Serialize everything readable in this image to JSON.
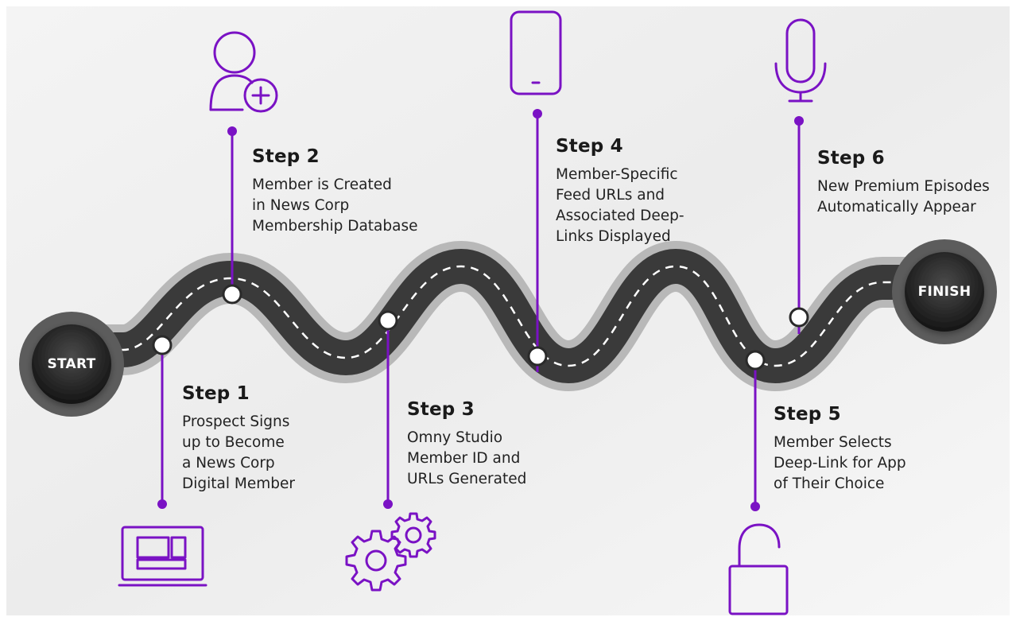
{
  "start_label": "START",
  "finish_label": "FINISH",
  "accent_color": "#7a12c4",
  "steps": [
    {
      "title": "Step 1",
      "lines": [
        "Prospect Signs",
        "up to Become",
        "a News Corp",
        "Digital Member"
      ],
      "icon": "laptop-icon"
    },
    {
      "title": "Step 2",
      "lines": [
        "Member is Created",
        "in News Corp",
        "Membership Database"
      ],
      "icon": "add-user-icon"
    },
    {
      "title": "Step 3",
      "lines": [
        "Omny Studio",
        "Member ID and",
        "URLs Generated"
      ],
      "icon": "gears-icon"
    },
    {
      "title": "Step 4",
      "lines": [
        "Member-Specific",
        "Feed URLs and",
        "Associated Deep-",
        "Links Displayed"
      ],
      "icon": "mobile-phone-icon"
    },
    {
      "title": "Step 5",
      "lines": [
        "Member Selects",
        "Deep-Link for App",
        "of Their Choice"
      ],
      "icon": "unlocked-padlock-icon"
    },
    {
      "title": "Step 6",
      "lines": [
        "New Premium Episodes",
        "Automatically Appear"
      ],
      "icon": "microphone-icon"
    }
  ]
}
